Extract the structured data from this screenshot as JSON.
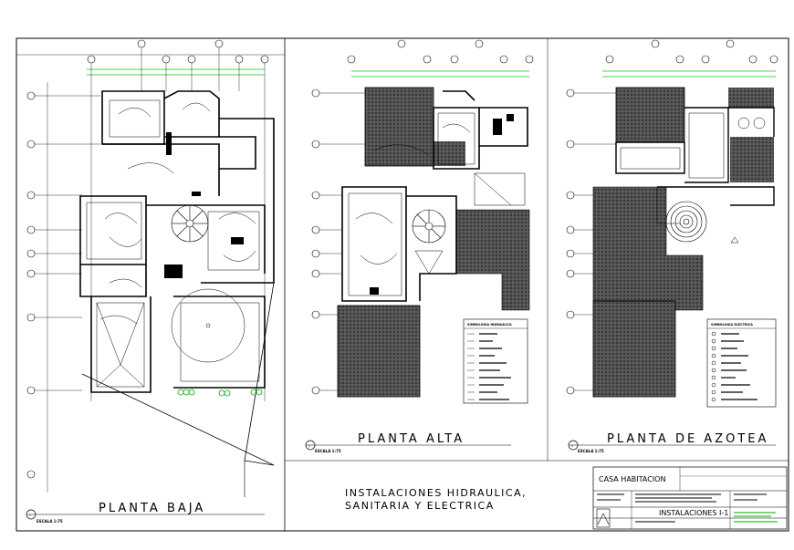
{
  "plans": [
    {
      "title": "PLANTA BAJA",
      "scale": "ESCALA 1:75",
      "number": "1"
    },
    {
      "title": "PLANTA ALTA",
      "scale": "ESCALA 1:75",
      "number": "2"
    },
    {
      "title": "PLANTA DE AZOTEA",
      "scale": "ESCALA 1:75",
      "number": "3"
    }
  ],
  "sheet": {
    "title_line1": "INSTALACIONES HIDRAULICA,",
    "title_line2": "SANITARIA Y ELECTRICA"
  },
  "legends": [
    {
      "heading": "SIMBOLOGIA HIDRAULICA"
    },
    {
      "heading": "SIMBOLOGIA ELECTRICA"
    }
  ],
  "title_block": {
    "project": "CASA HABITACION",
    "drawing": "INSTALACIONES I-1"
  },
  "colors": {
    "line": "#000000",
    "dimension": "#00cc00",
    "hatch": "#444444",
    "background": "#ffffff"
  }
}
